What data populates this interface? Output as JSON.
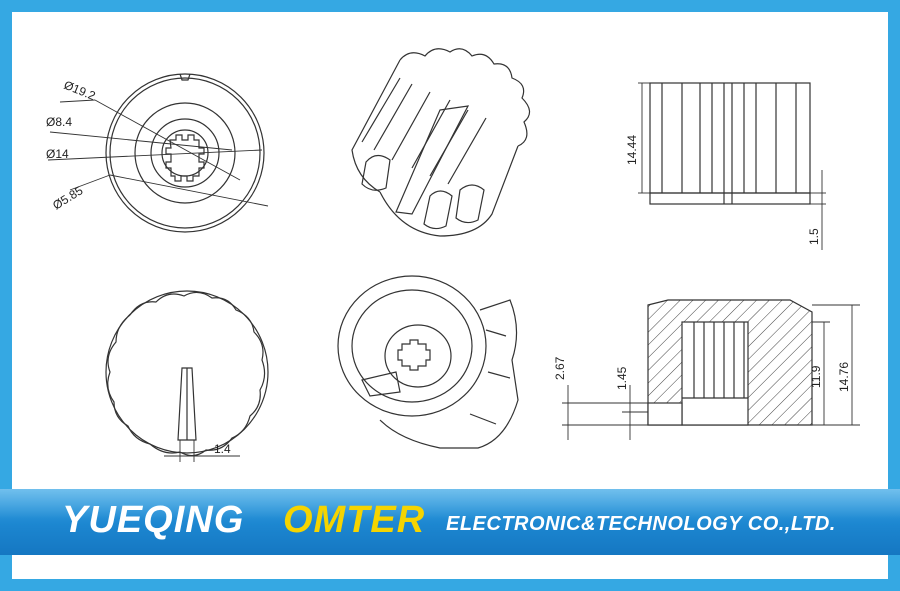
{
  "company": {
    "name_part1": "YUEQING",
    "name_part2": "OMTER",
    "name_part3": "ELECTRONIC&TECHNOLOGY CO.,LTD."
  },
  "dimensions": {
    "d19_2": "Ø19.2",
    "d8_4": "Ø8.4",
    "d14": "Ø14",
    "d5_85": "Ø5.85",
    "w1_4": "1.4",
    "h14_44": "14.44",
    "h1_5": "1.5",
    "h2_67": "2.67",
    "h1_45": "1.45",
    "h11_9": "11.9",
    "h14_76": "14.76"
  },
  "colors": {
    "border": "#35a8e3",
    "banner": "#1c86d0",
    "accent_yellow": "#f5d400"
  }
}
